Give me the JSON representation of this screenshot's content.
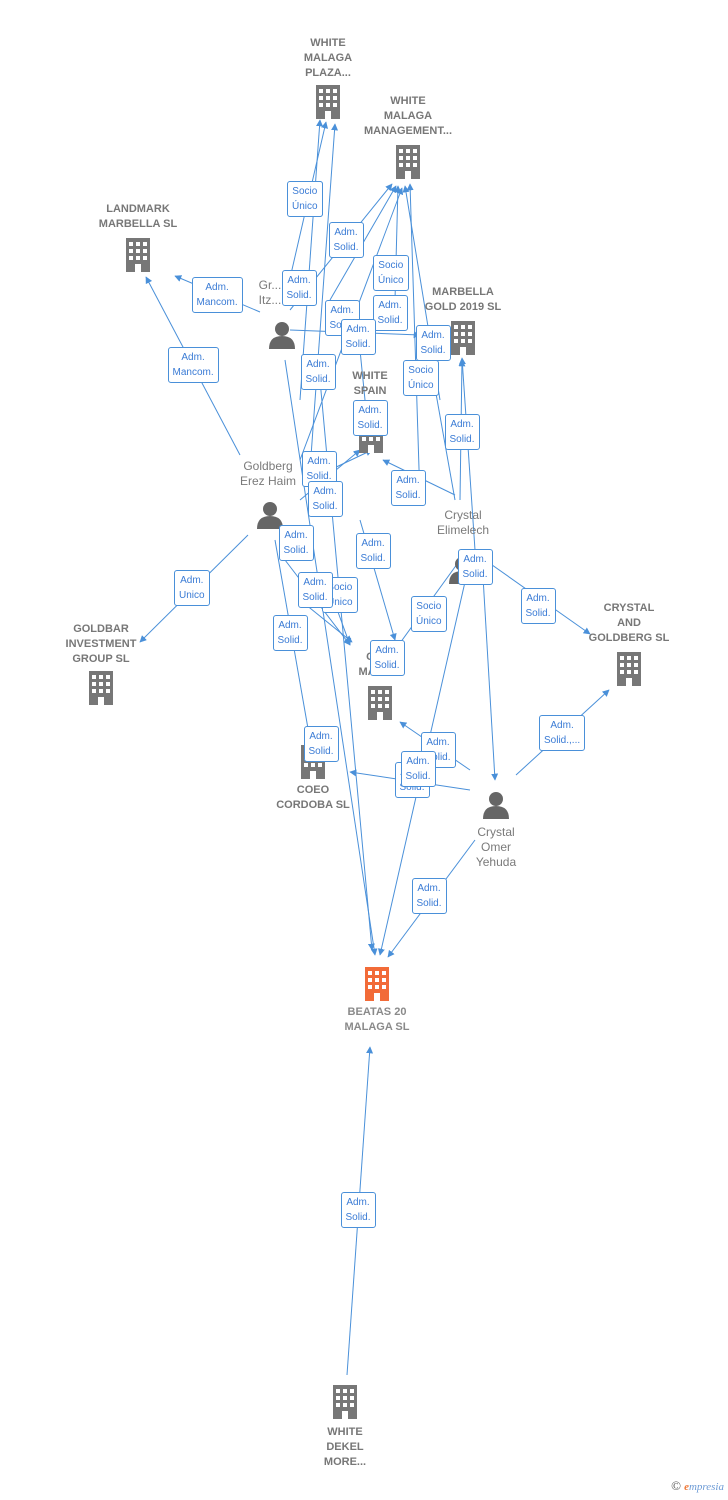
{
  "colors": {
    "edge": "#4a90d9",
    "company_icon": "#777777",
    "focus_company_icon": "#f26b38",
    "person_icon": "#666666"
  },
  "companies": [
    {
      "id": "wmplaza",
      "label": "WHITE\nMALAGA\nPLAZA...",
      "icon": "building-icon"
    },
    {
      "id": "wmmgmt",
      "label": "WHITE\nMALAGA\nMANAGEMENT...",
      "icon": "building-icon"
    },
    {
      "id": "landmark",
      "label": "LANDMARK\nMARBELLA  SL",
      "icon": "building-icon"
    },
    {
      "id": "marbgold",
      "label": "MARBELLA\nGOLD 2019  SL",
      "icon": "building-icon"
    },
    {
      "id": "wspain",
      "label": "WHITE\nSPAIN\nHO...",
      "icon": "building-icon"
    },
    {
      "id": "goldbar",
      "label": "GOLDBAR\nINVESTMENT\nGROUP  SL",
      "icon": "building-icon"
    },
    {
      "id": "crystalgold",
      "label": "CRYSTAL\nAND\nGOLDBERG  SL",
      "icon": "building-icon"
    },
    {
      "id": "gmal",
      "label": "G...\nMAL...",
      "icon": "building-icon"
    },
    {
      "id": "coeo",
      "label": "COEO\nCORDOBA  SL",
      "icon": "building-icon"
    },
    {
      "id": "beatas",
      "label": "BEATAS 20\nMALAGA  SL",
      "icon": "building-icon",
      "focus": true
    },
    {
      "id": "wdekel",
      "label": "WHITE\nDEKEL\nMORE...",
      "icon": "building-icon"
    }
  ],
  "persons": [
    {
      "id": "gritz",
      "label": "Gr...\nItz...",
      "icon": "person-icon"
    },
    {
      "id": "goldberg",
      "label": "Goldberg\nErez Haim",
      "icon": "person-icon"
    },
    {
      "id": "elimelech",
      "label": "Crystal\nElimelech",
      "icon": "person-icon"
    },
    {
      "id": "omer",
      "label": "Crystal\nOmer\nYehuda",
      "icon": "person-icon"
    }
  ],
  "edge_labels": [
    "Adm.\nSolid.",
    "Adm.\nSolid.",
    "Socio\nÚnico",
    "Adm.\nMancom.",
    "Adm.\nSolid.",
    "Adm.\nSolid.",
    "Adm.\nSolid.",
    "Adm.\nSolid.",
    "Adm.\nSolid.",
    "Adm.\nMancom.",
    "Adm.\nSolid.",
    "Socio\nÚnico",
    "Adm.\nSolid.",
    "Adm.\nSolid.",
    "Adm.\nSolid.",
    "Adm.\nSolid.",
    "Adm.\nSolid.",
    "Adm.\nSolid.",
    "Adm.\nSolid.",
    "Socio\nÚnico",
    "Adm.\nSolid.",
    "Adm.\nUnico",
    "Adm.\nSolid.",
    "Socio\nÚnico",
    "Adm.\nSolid.",
    "Adm.\nSolid.",
    "Adm.\nSolid.",
    "Adm.\nSolid.",
    "Adm.\nSolid.",
    "Adm.\nSolid.,...",
    "Adm.\nSolid.",
    "Adm.\nSolid.",
    "Adm.\nSolid.",
    "Adm.\nSolid.",
    "Socio\nÚnico"
  ],
  "brand": {
    "copyright": "©",
    "name_first": "e",
    "name_rest": "mpresia"
  }
}
